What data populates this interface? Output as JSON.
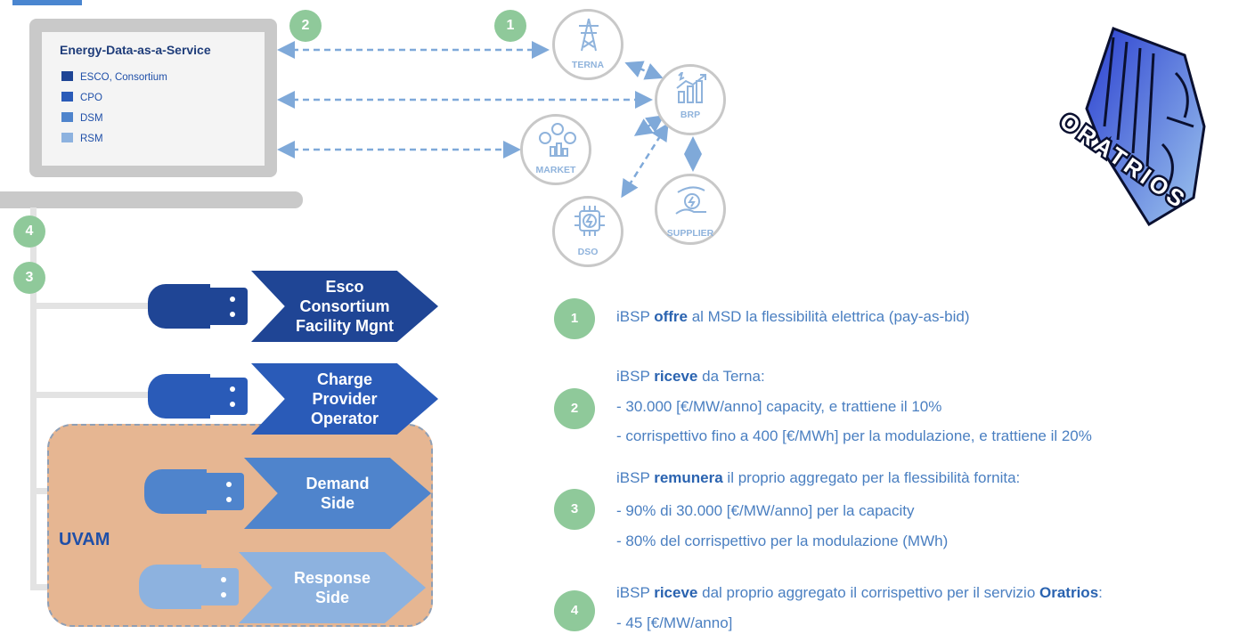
{
  "laptop": {
    "title": "Energy-Data-as-a-Service",
    "legend": [
      {
        "label": "ESCO, Consortium",
        "color": "#1f4595"
      },
      {
        "label": "CPO",
        "color": "#2a5bb8"
      },
      {
        "label": "DSM",
        "color": "#4f84cc"
      },
      {
        "label": "RSM",
        "color": "#8db2df"
      }
    ]
  },
  "markers": {
    "m1": "1",
    "m2": "2",
    "m3": "3",
    "m4": "4"
  },
  "nodes": {
    "terna": "TERNA",
    "brp": "BRP",
    "market": "MARKET",
    "dso": "DSO",
    "supplier": "SUPPLIER"
  },
  "plugs": [
    {
      "label": "Esco\nConsortium\nFacility Mgnt",
      "color": "#1f4595"
    },
    {
      "label": "Charge\nProvider\nOperator",
      "color": "#2a5bb8"
    },
    {
      "label": "Demand\nSide",
      "color": "#4f84cc"
    },
    {
      "label": "Response\nSide",
      "color": "#8db2df"
    }
  ],
  "uvam_label": "UVAM",
  "logo_text": "ORATRIOS",
  "steps": [
    {
      "num": "1",
      "lines": [
        {
          "pre": "iBSP ",
          "bold": "offre",
          "post": " al MSD la flessibilità elettrica (pay-as-bid)"
        }
      ]
    },
    {
      "num": "2",
      "lines": [
        {
          "pre": "iBSP ",
          "bold": "riceve",
          "post": " da Terna:"
        },
        {
          "pre": "- 30.000 [€/MW/anno] capacity, e trattiene il 10%",
          "bold": "",
          "post": ""
        },
        {
          "pre": "- corrispettivo fino a 400 [€/MWh] per la modulazione, e trattiene il 20%",
          "bold": "",
          "post": ""
        }
      ]
    },
    {
      "num": "3",
      "lines": [
        {
          "pre": "iBSP ",
          "bold": "remunera",
          "post": " il proprio aggregato per la flessibilità fornita:"
        },
        {
          "pre": "- 90% di 30.000 [€/MW/anno] per la capacity",
          "bold": "",
          "post": ""
        },
        {
          "pre": "- 80% del corrispettivo per la modulazione (MWh)",
          "bold": "",
          "post": ""
        }
      ]
    },
    {
      "num": "4",
      "lines": [
        {
          "pre": "iBSP ",
          "bold": "riceve",
          "post": " dal proprio aggregato il corrispettivo per il servizio "
        },
        {
          "pre": "- 45 [€/MW/anno]",
          "bold": "",
          "post": ""
        }
      ],
      "tail_bold": "Oratrios",
      "tail_post": ":"
    }
  ]
}
